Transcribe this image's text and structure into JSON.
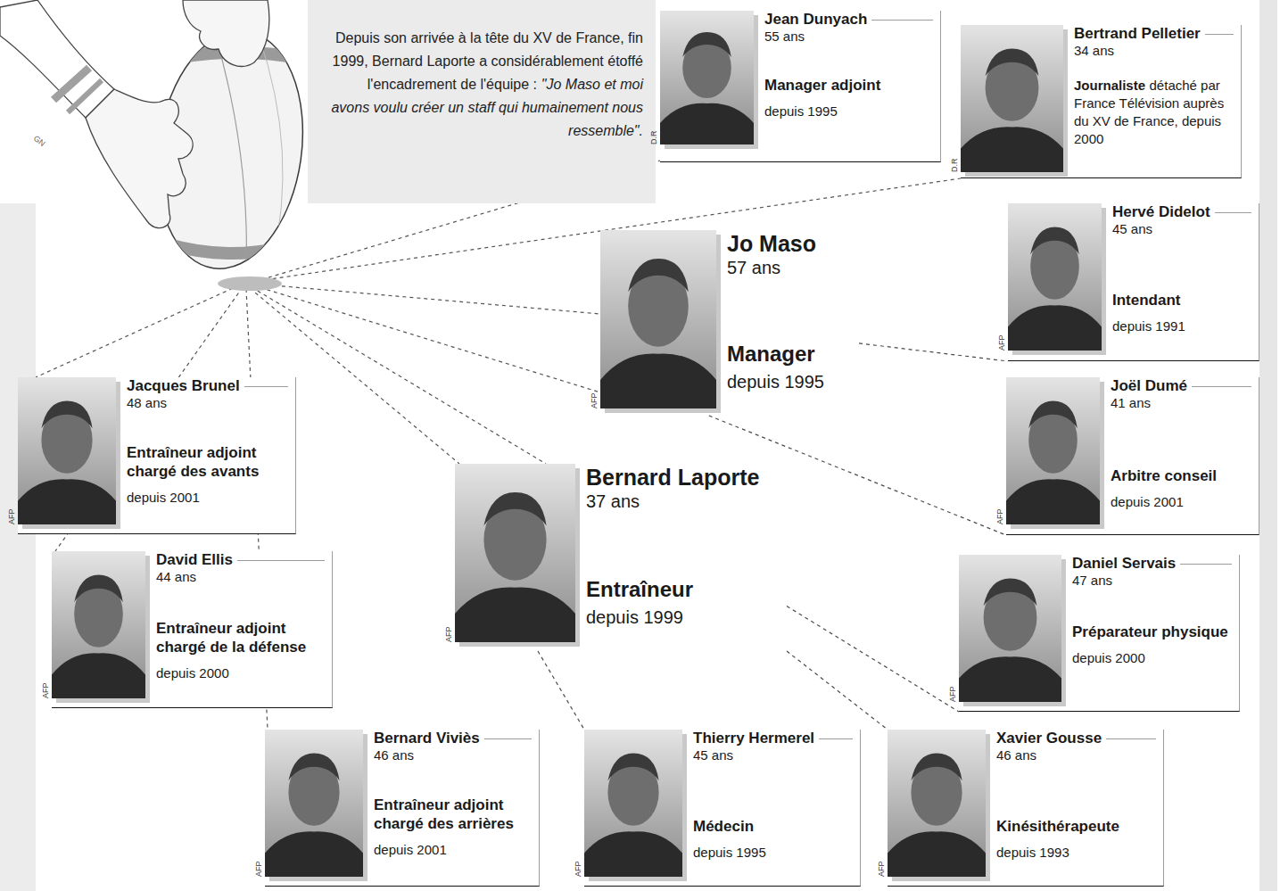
{
  "diagram": {
    "nodes": [
      {
        "text": [
          "Depuis son arrivée à la tête du XV de France, fin 1999, Bernard Laporte a considérablement étoffé l'encadrement de l'équipe :",
          "\"Jo Maso et moi avons voulu créer un staff qui humainement nous ressemble\"."
        ]
      },
      {
        "text": [
          "Jean Dunyach",
          "55 ans",
          "Manager adjoint",
          "depuis 1995"
        ]
      },
      {
        "text": [
          "Bertrand Pelletier",
          "34 ans",
          "Journaliste",
          "détaché par France Télévision auprès du XV de France, depuis 2000"
        ]
      },
      {
        "text": [
          "Hervé Didelot",
          "45 ans",
          "Intendant",
          "depuis 1991"
        ]
      },
      {
        "text": [
          "Jo Maso",
          "57 ans",
          "Manager",
          "depuis 1995"
        ]
      },
      {
        "text": [
          "Joël Dumé",
          "41 ans",
          "Arbitre conseil",
          "depuis 2001"
        ]
      },
      {
        "text": [
          "Jacques Brunel",
          "48 ans",
          "Entraîneur adjoint chargé des avants",
          "depuis 2001"
        ]
      },
      {
        "text": [
          "Bernard Laporte",
          "37 ans",
          "Entraîneur",
          "depuis 1999"
        ]
      },
      {
        "text": [
          "David Ellis",
          "44 ans",
          "Entraîneur adjoint chargé de la défense",
          "depuis 2000"
        ]
      },
      {
        "text": [
          "Daniel Servais",
          "47 ans",
          "Préparateur physique",
          "depuis 2000"
        ]
      },
      {
        "text": [
          "Bernard Viviès",
          "46 ans",
          "Entraîneur adjoint chargé des arrières",
          "depuis 2001"
        ]
      },
      {
        "text": [
          "Thierry Hermerel",
          "45 ans",
          "Médecin",
          "depuis 1995"
        ]
      },
      {
        "text": [
          "Xavier Gousse",
          "46 ans",
          "Kinésithérapeute",
          "depuis 1993"
        ]
      }
    ],
    "edges": [
      {
        "from": 4,
        "to": 3,
        "arrow": "none"
      },
      {
        "from": 4,
        "to": 5,
        "arrow": "none"
      },
      {
        "from": 7,
        "to": 9,
        "arrow": "none"
      },
      {
        "from": 7,
        "to": 12,
        "arrow": "none"
      },
      {
        "from": 7,
        "to": 11,
        "arrow": "none"
      }
    ],
    "labels": [
      "GN",
      "D.R",
      "D.R",
      "AFP",
      "AFP",
      "AFP",
      "AFP",
      "AFP",
      "AFP",
      "AFP",
      "AFP",
      "AFP",
      "AFP"
    ]
  }
}
